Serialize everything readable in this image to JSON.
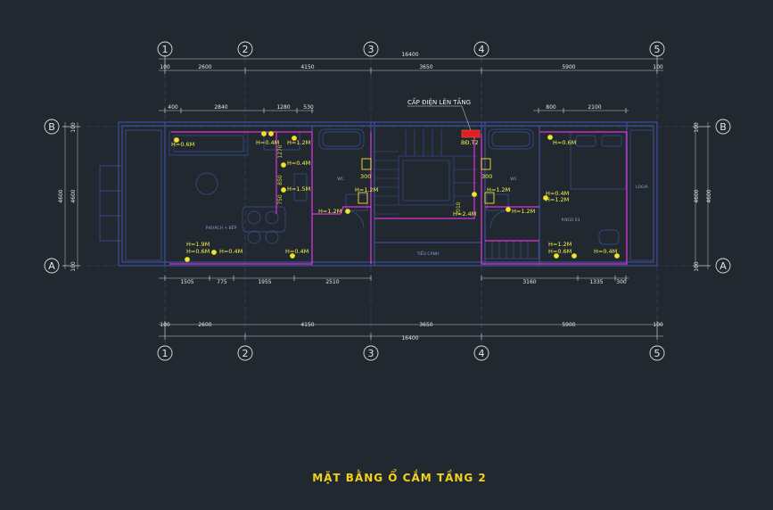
{
  "drawing": {
    "title": "MẶT BẰNG Ổ CẮM TẦNG 2",
    "grid_columns": [
      "1",
      "2",
      "3",
      "4",
      "5"
    ],
    "grid_rows": [
      "B",
      "A"
    ],
    "overall_dimension": "16400",
    "top_segments": [
      "2600",
      "4150",
      "3650",
      "5900"
    ],
    "end_marks": [
      "100",
      "100"
    ],
    "sub_segments_top_left": [
      "400",
      "2840",
      "1280",
      "530"
    ],
    "sub_segments_top_right": [
      "800",
      "2100"
    ],
    "bottom_segments_left": [
      "1505",
      "775",
      "1955",
      "2510"
    ],
    "bottom_segments_right": [
      "3160",
      "1335",
      "300"
    ],
    "side_dimension": "4600",
    "side_marks": [
      "100",
      "100"
    ],
    "inner_vertical": [
      "1270",
      "850",
      "750",
      "2010"
    ],
    "cable_note": "CẤP ĐIỆN LÊN TẦNG",
    "panel_label": "BĐ.T2",
    "rooms": {
      "living": "P.KHÁCH + BẾP",
      "wc_left": "WC",
      "wc_right": "WC",
      "bedroom": "P.NGỦ 03",
      "skylight": "TIỂU CẢNH",
      "balcony": "LOGIA"
    },
    "heights": {
      "h06": "H=0.6M",
      "h04": "H=0.4M",
      "h12": "H=1.2M",
      "h15": "H=1.5M",
      "h19": "H=1.9M",
      "h24": "H=2.4M"
    },
    "wc_heights": [
      "300",
      "300"
    ]
  }
}
